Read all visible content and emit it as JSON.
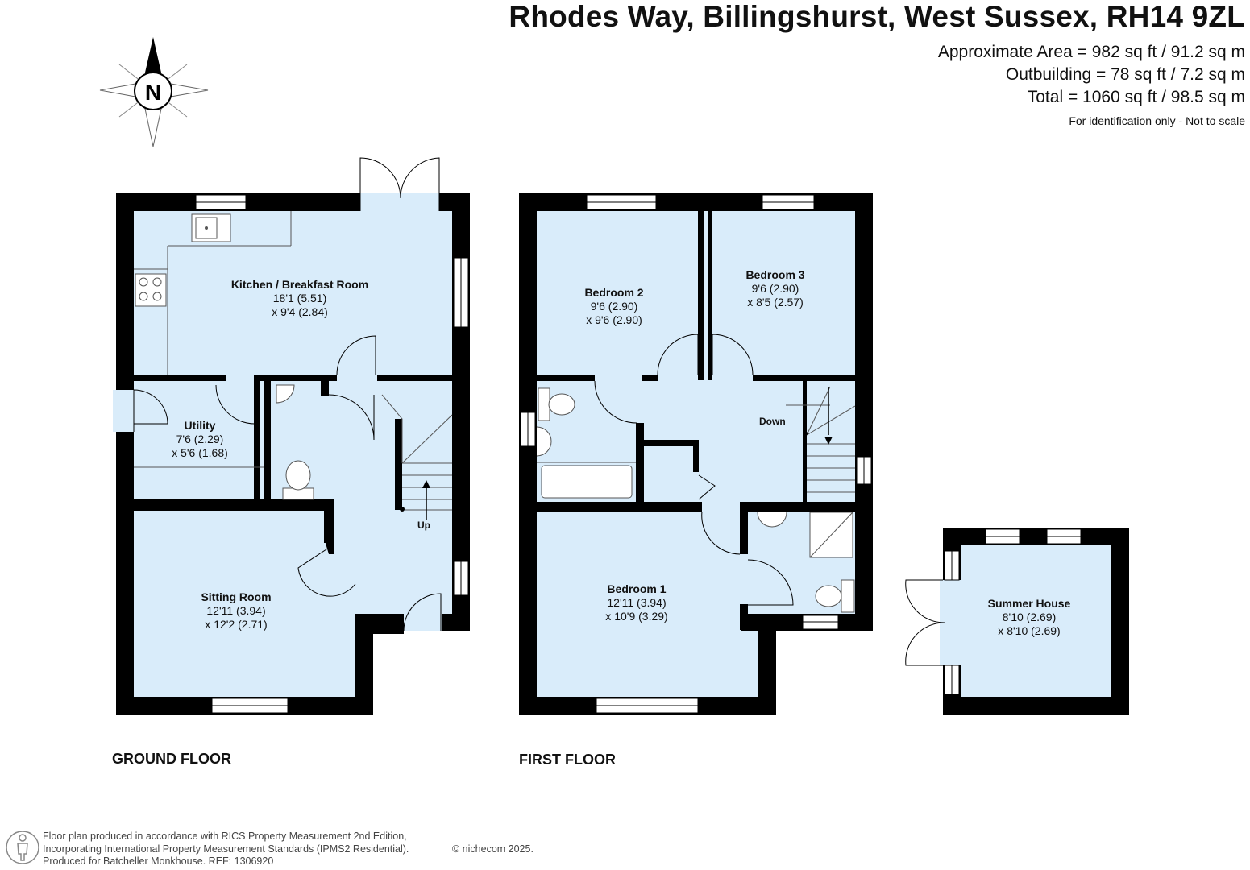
{
  "header": {
    "address": "Rhodes Way, Billingshurst, West Sussex, RH14 9ZL",
    "approx_area": "Approximate Area = 982 sq ft / 91.2 sq m",
    "outbuilding_area": "Outbuilding = 78 sq ft / 7.2 sq m",
    "total_area": "Total = 1060 sq ft / 98.5 sq m",
    "disclaimer": "For identification only - Not to scale"
  },
  "compass": {
    "label": "N"
  },
  "colors": {
    "wall": "#000000",
    "floor": "#d9ecfa",
    "fixture": "#555555"
  },
  "floors": {
    "ground": {
      "label": "GROUND FLOOR",
      "rooms": [
        {
          "name": "Kitchen / Breakfast Room",
          "dim1": "18'1 (5.51)",
          "dim2": "x 9'4 (2.84)"
        },
        {
          "name": "Utility",
          "dim1": "7'6 (2.29)",
          "dim2": "x 5'6 (1.68)"
        },
        {
          "name": "Sitting Room",
          "dim1": "12'11 (3.94)",
          "dim2": "x 12'2 (2.71)"
        }
      ],
      "stairs_label": "Up"
    },
    "first": {
      "label": "FIRST FLOOR",
      "rooms": [
        {
          "name": "Bedroom 2",
          "dim1": "9'6 (2.90)",
          "dim2": "x 9'6 (2.90)"
        },
        {
          "name": "Bedroom 3",
          "dim1": "9'6 (2.90)",
          "dim2": "x 8'5 (2.57)"
        },
        {
          "name": "Bedroom 1",
          "dim1": "12'11 (3.94)",
          "dim2": "x 10'9 (3.29)"
        }
      ],
      "stairs_label": "Down"
    },
    "outbuilding": {
      "rooms": [
        {
          "name": "Summer House",
          "dim1": "8'10 (2.69)",
          "dim2": "x 8'10 (2.69)"
        }
      ]
    }
  },
  "footer": {
    "line1": "Floor plan produced in accordance with RICS Property Measurement 2nd Edition,",
    "line2": "Incorporating International Property Measurement Standards (IPMS2 Residential).",
    "line3": "Produced for Batcheller Monkhouse.   REF:  1306920",
    "copyright": "© nichecom 2025."
  }
}
